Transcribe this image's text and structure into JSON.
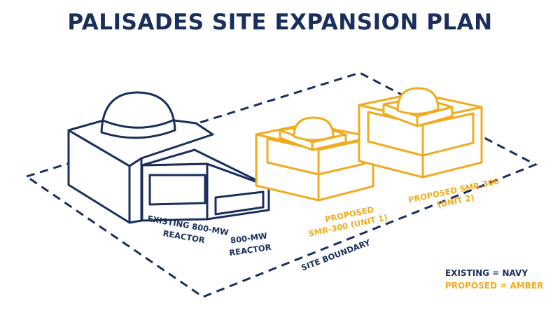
{
  "title": "PALISADES SITE EXPANSION PLAN",
  "colors": {
    "existing": "#1b2f5c",
    "proposed": "#f0ac1e"
  },
  "labels": {
    "existing_reactor_line1": "EXISTING 800-MW",
    "existing_reactor_line2": "REACTOR",
    "reactor_line1": "800-MW",
    "reactor_line2": "REACTOR",
    "unit1_line1": "PROPOSED",
    "unit1_line2": "SMR-300 (UNIT 1)",
    "unit2_line1": "PROPOSED SMR-300",
    "unit2_line2": "(UNIT 2)",
    "site_boundary": "SITE BOUNDARY"
  },
  "legend": {
    "existing": "EXISTING = NAVY",
    "proposed": "PROPOSED = AMBER"
  }
}
